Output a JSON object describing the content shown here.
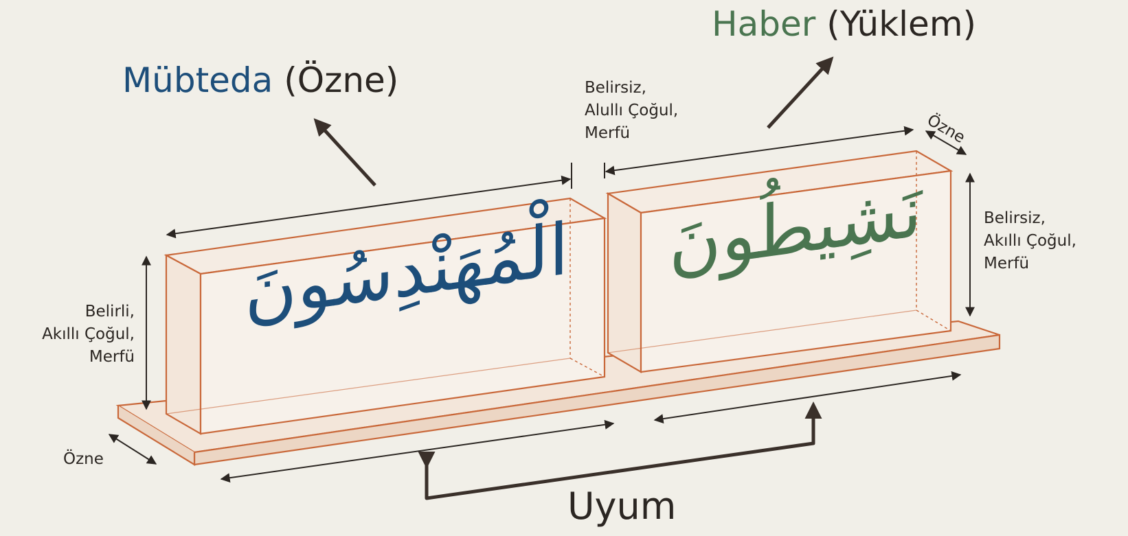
{
  "colors": {
    "background": "#f1efe8",
    "mubteda": "#1d4e7a",
    "haber": "#4a7550",
    "box_line": "#c9683a",
    "arrow": "#3a302a",
    "text": "#2b2622"
  },
  "mubteda": {
    "term": "Mübteda",
    "gloss": "(Özne)",
    "arabic": "الْمُهَنْدِسُونَ",
    "properties": [
      "Belirli,",
      "Akıllı Çoğul,",
      "Merfü"
    ],
    "depth_label": "Özne"
  },
  "haber": {
    "term": "Haber",
    "gloss": "(Yüklem)",
    "arabic": "نَشِيطُونَ",
    "properties_top": [
      "Belirsiz,",
      "Alullı Çoğul,",
      "Merfü"
    ],
    "properties_right": [
      "Belirsiz,",
      "Akıllı Çoğul,",
      "Merfü"
    ],
    "depth_label": "Özne"
  },
  "agreement_label": "Uyum"
}
